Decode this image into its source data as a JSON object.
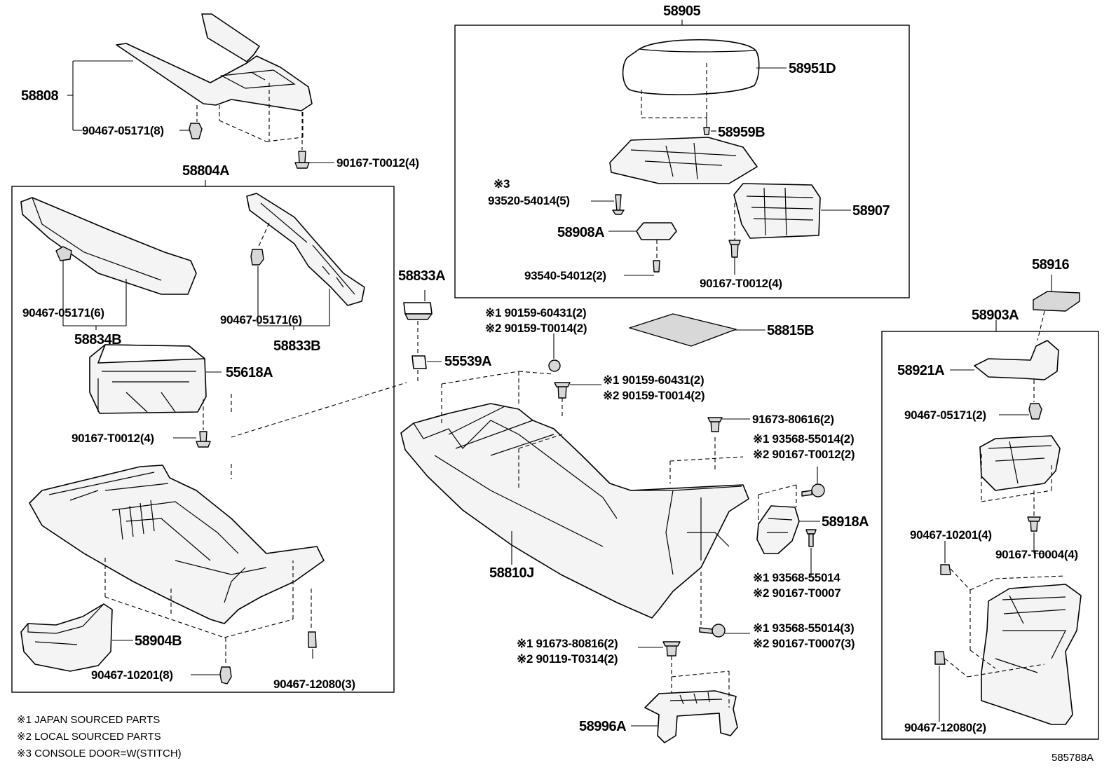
{
  "labels": {
    "p58905": "58905",
    "p58951D": "58951D",
    "p58959B": "58959B",
    "p58907": "58907",
    "p58908A": "58908A",
    "n3_top": "※3",
    "p93520": "93520-54014(5)",
    "p93540": "93540-54012(2)",
    "p90167_t0012_4b": "90167-T0012(4)",
    "p58808": "58808",
    "p90467_05171_8": "90467-05171(8)",
    "p90167_t0012_4a": "90167-T0012(4)",
    "p58804A": "58804A",
    "p90467_05171_6a": "90467-05171(6)",
    "p58834B": "58834B",
    "p90467_05171_6b": "90467-05171(6)",
    "p58833B": "58833B",
    "p55618A": "55618A",
    "p90167_t0012_4c": "90167-T0012(4)",
    "p58904B": "58904B",
    "p90467_10201_8": "90467-10201(8)",
    "p90467_12080_3": "90467-12080(3)",
    "p58833A": "58833A",
    "p55539A": "55539A",
    "p90159a_1": "※1 90159-60431(2)",
    "p90159a_2": "※2 90159-T0014(2)",
    "p90159b_1": "※1 90159-60431(2)",
    "p90159b_2": "※2 90159-T0014(2)",
    "p58815B": "58815B",
    "p91673_80616": "91673-80616(2)",
    "p93568_a1": "※1 93568-55014(2)",
    "p93568_a2": "※2 90167-T0012(2)",
    "p58918A": "58918A",
    "p93568_b1": "※1 93568-55014",
    "p93568_b2": "※2 90167-T0007",
    "p93568_c1": "※1 93568-55014(3)",
    "p93568_c2": "※2 90167-T0007(3)",
    "p58810J": "58810J",
    "p91673_80816_1": "※1 91673-80816(2)",
    "p91673_80816_2": "※2 90119-T0314(2)",
    "p58996A": "58996A",
    "p58916": "58916",
    "p58903A": "58903A",
    "p58921A": "58921A",
    "p90467_05171_2": "90467-05171(2)",
    "p90467_10201_4": "90467-10201(4)",
    "p90167_t0004_4": "90167-T0004(4)",
    "p90467_12080_2": "90467-12080(2)",
    "foot1": "※1 JAPAN SOURCED PARTS",
    "foot2": "※2 LOCAL SOURCED PARTS",
    "foot3": "※3 CONSOLE DOOR=W(STITCH)",
    "figure_id": "585788A"
  }
}
